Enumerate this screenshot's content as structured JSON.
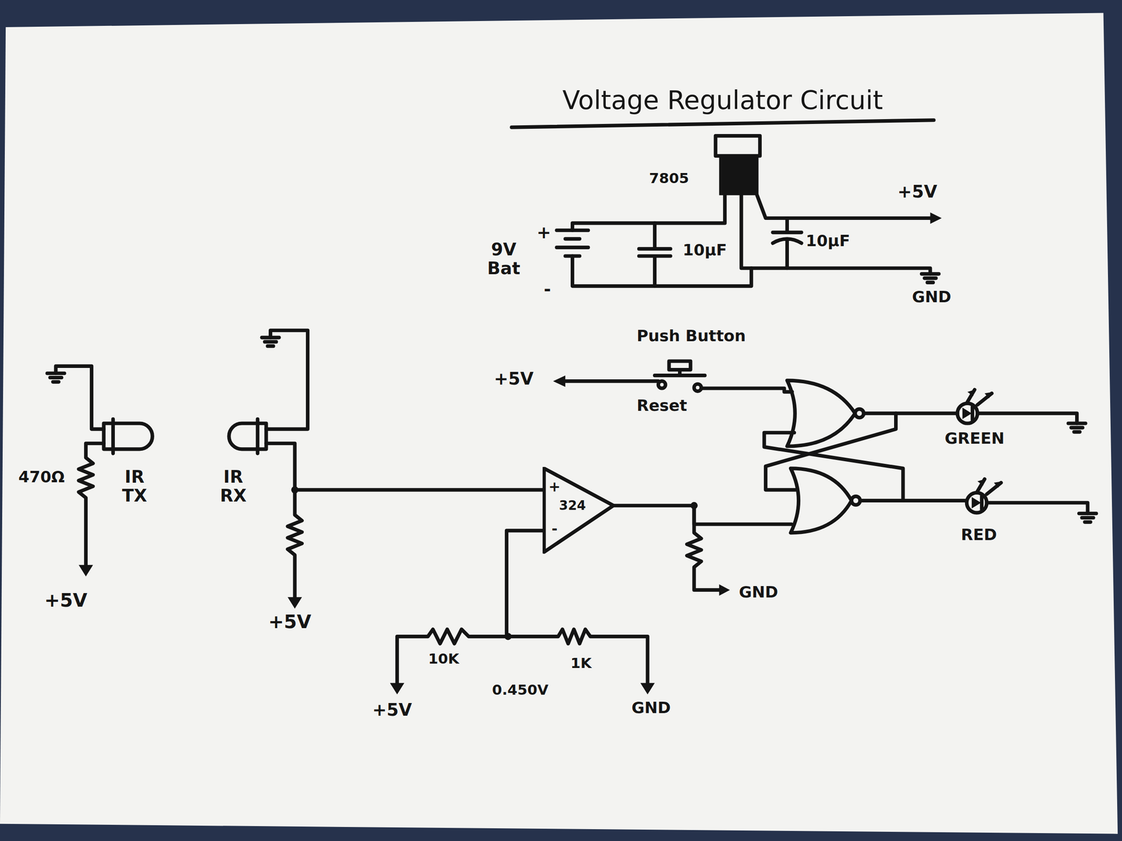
{
  "diagram": {
    "title": "Voltage Regulator Circuit",
    "nodes": [
      {
        "text": [
          "324"
        ]
      }
    ],
    "labels": [
      "7805",
      "+5V",
      "+",
      "9V Bat",
      "-",
      "10µF",
      "10µF",
      "GND",
      "Push Button",
      "+5V",
      "Reset",
      "GREEN",
      "470Ω",
      "IR TX",
      "IR RX",
      "+",
      "-",
      "RED",
      "GND",
      "+5V",
      "+5V",
      "10K",
      "1K",
      "0.450V",
      "+5V",
      "GND"
    ]
  }
}
